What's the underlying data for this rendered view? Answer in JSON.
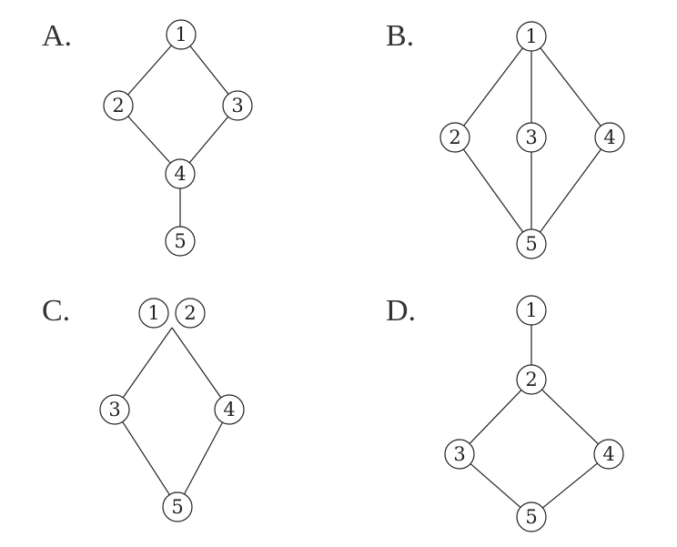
{
  "panels": [
    {
      "id": "A",
      "label": "A.",
      "nodes": [
        {
          "id": "n1",
          "text": "1"
        },
        {
          "id": "n2",
          "text": "2"
        },
        {
          "id": "n3",
          "text": "3"
        },
        {
          "id": "n4",
          "text": "4"
        },
        {
          "id": "n5",
          "text": "5"
        }
      ],
      "edges": [
        [
          "n1",
          "n2"
        ],
        [
          "n1",
          "n3"
        ],
        [
          "n2",
          "n4"
        ],
        [
          "n3",
          "n4"
        ],
        [
          "n4",
          "n5"
        ]
      ]
    },
    {
      "id": "B",
      "label": "B.",
      "nodes": [
        {
          "id": "n1",
          "text": "1"
        },
        {
          "id": "n2",
          "text": "2"
        },
        {
          "id": "n3",
          "text": "3"
        },
        {
          "id": "n4",
          "text": "4"
        },
        {
          "id": "n5",
          "text": "5"
        }
      ],
      "edges": [
        [
          "n1",
          "n2"
        ],
        [
          "n1",
          "n3"
        ],
        [
          "n1",
          "n4"
        ],
        [
          "n2",
          "n5"
        ],
        [
          "n3",
          "n5"
        ],
        [
          "n4",
          "n5"
        ]
      ]
    },
    {
      "id": "C",
      "label": "C.",
      "nodes": [
        {
          "id": "n1",
          "text": "1"
        },
        {
          "id": "n2",
          "text": "2"
        },
        {
          "id": "n3",
          "text": "3"
        },
        {
          "id": "n4",
          "text": "4"
        },
        {
          "id": "n5",
          "text": "5"
        }
      ],
      "edges": [
        [
          "top",
          "n3"
        ],
        [
          "top",
          "n4"
        ],
        [
          "n3",
          "n5"
        ],
        [
          "n4",
          "n5"
        ]
      ]
    },
    {
      "id": "D",
      "label": "D.",
      "nodes": [
        {
          "id": "n1",
          "text": "1"
        },
        {
          "id": "n2",
          "text": "2"
        },
        {
          "id": "n3",
          "text": "3"
        },
        {
          "id": "n4",
          "text": "4"
        },
        {
          "id": "n5",
          "text": "5"
        }
      ],
      "edges": [
        [
          "n1",
          "n2"
        ],
        [
          "n2",
          "n3"
        ],
        [
          "n2",
          "n4"
        ],
        [
          "n3",
          "n5"
        ],
        [
          "n4",
          "n5"
        ]
      ]
    }
  ]
}
